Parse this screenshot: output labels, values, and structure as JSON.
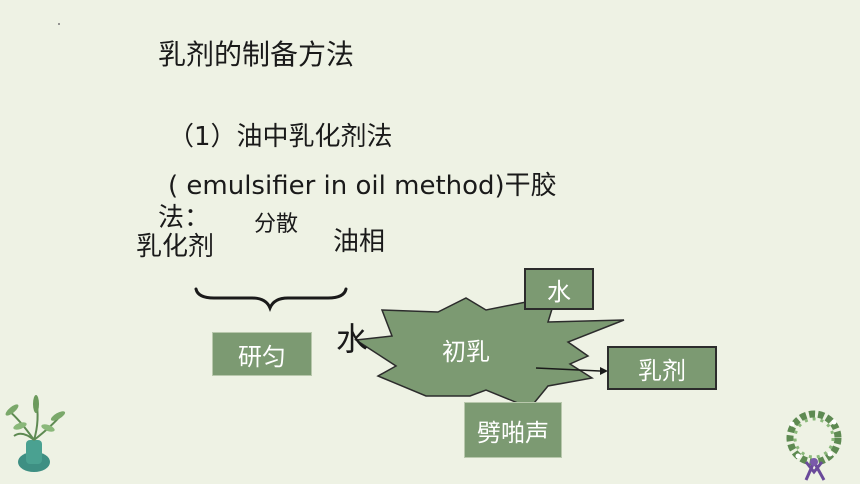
{
  "slide": {
    "title": "乳剂的制备方法",
    "subtitle_line1": "（1）油中乳化剂法",
    "subtitle_line2": "( emulsifier in oil method)干胶",
    "subtitle_line3": "法：",
    "label_disperse": "分散",
    "label_emulsifier": "乳化剂",
    "label_oil_phase": "油相",
    "label_water": "水",
    "box_grind": "研匀",
    "box_water": "水",
    "star_primary_emulsion": "初乳",
    "box_emulsion": "乳剂",
    "box_crackle": "劈啪声"
  },
  "colors": {
    "background": "#eef2e4",
    "box_fill": "#7c9a72",
    "star_fill": "#7c9a72"
  },
  "icons": {
    "left_decoration": "plant-vase-icon",
    "right_decoration": "wreath-icon"
  }
}
